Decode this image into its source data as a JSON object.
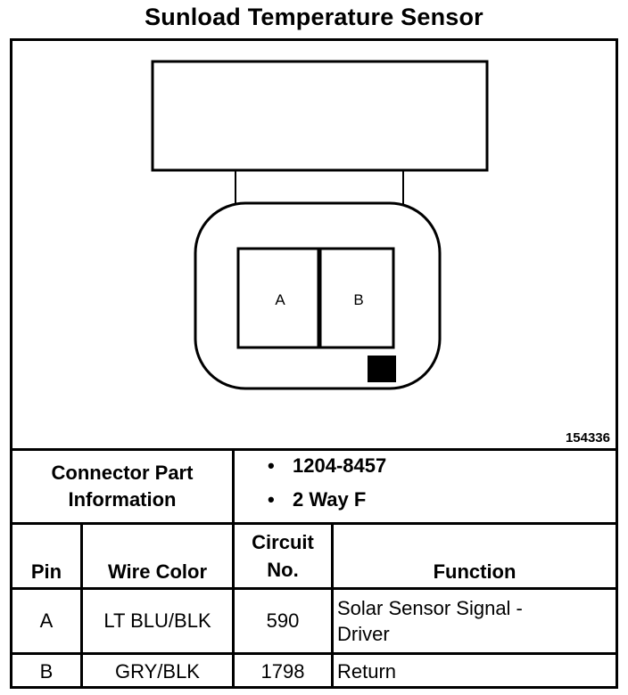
{
  "title": "Sunload Temperature Sensor",
  "figure_number": "154336",
  "connector": {
    "pin_labels": [
      "A",
      "B"
    ],
    "part_info_label_line1": "Connector Part",
    "part_info_label_line2": "Information",
    "part_info_values": [
      "1204-8457",
      "2 Way F"
    ],
    "bullet": "•"
  },
  "table": {
    "headers": {
      "pin": "Pin",
      "wire_color": "Wire Color",
      "circuit_line1": "Circuit",
      "circuit_line2": "No.",
      "function": "Function"
    },
    "rows": [
      {
        "pin": "A",
        "wire_color": "LT BLU/BLK",
        "circuit": "590",
        "function_line1": "Solar Sensor Signal -",
        "function_line2": "Driver"
      },
      {
        "pin": "B",
        "wire_color": "GRY/BLK",
        "circuit": "1798",
        "function_line1": "Return",
        "function_line2": ""
      }
    ]
  }
}
